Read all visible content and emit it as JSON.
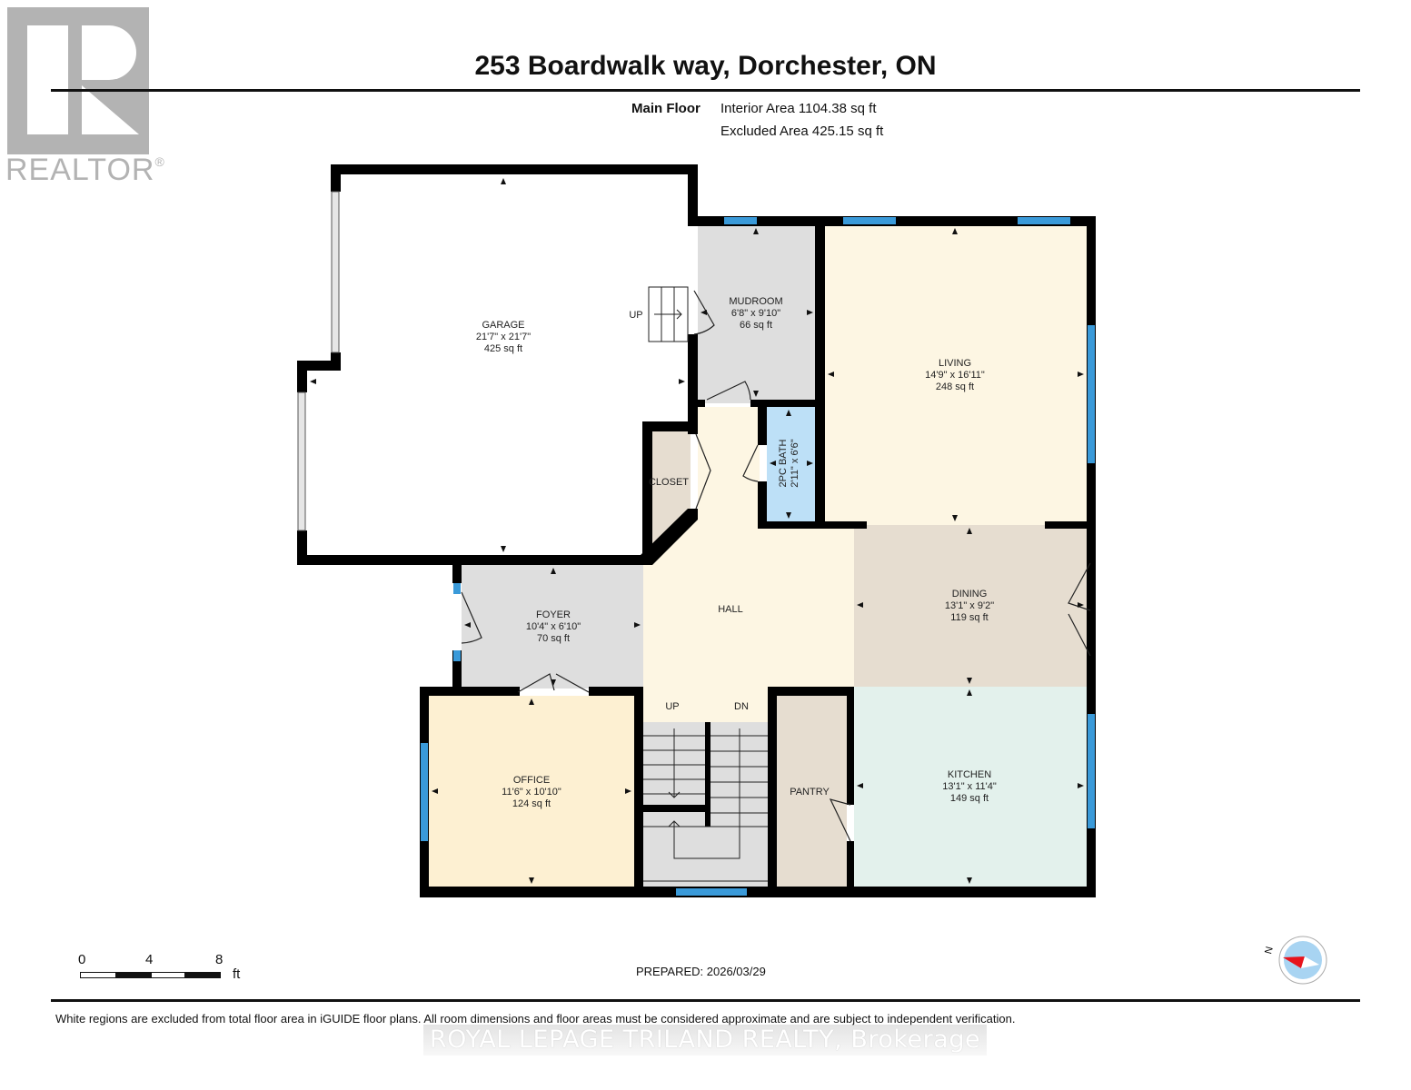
{
  "header": {
    "title": "253 Boardwalk way, Dorchester, ON",
    "floor_name": "Main Floor",
    "interior_area": "Interior Area 1104.38 sq ft",
    "excluded_area": "Excluded Area 425.15 sq ft"
  },
  "logo": {
    "text": "REALTOR",
    "mark": "®"
  },
  "rooms": [
    {
      "name": "GARAGE",
      "dims": "21'7\" x 21'7\"",
      "area": "425 sq ft",
      "color": "#ffffff"
    },
    {
      "name": "MUDROOM",
      "dims": "6'8\" x 9'10\"",
      "area": "66 sq ft",
      "color": "#dedede"
    },
    {
      "name": "LIVING",
      "dims": "14'9\" x 16'11\"",
      "area": "248 sq ft",
      "color": "#fdf6e3"
    },
    {
      "name": "2PC BATH",
      "dims": "2'11\" x 6'6\"",
      "area": "",
      "color": "#bde0f7"
    },
    {
      "name": "CLOSET",
      "dims": "",
      "area": "",
      "color": "#e6ddd0"
    },
    {
      "name": "HALL",
      "dims": "",
      "area": "",
      "color": "#fdf6e3"
    },
    {
      "name": "DINING",
      "dims": "13'1\" x 9'2\"",
      "area": "119 sq ft",
      "color": "#e6ddd0"
    },
    {
      "name": "FOYER",
      "dims": "10'4\" x 6'10\"",
      "area": "70 sq ft",
      "color": "#dedede"
    },
    {
      "name": "OFFICE",
      "dims": "11'6\" x 10'10\"",
      "area": "124 sq ft",
      "color": "#fdf0d2"
    },
    {
      "name": "PANTRY",
      "dims": "",
      "area": "",
      "color": "#e6ddd0"
    },
    {
      "name": "KITCHEN",
      "dims": "13'1\" x 11'4\"",
      "area": "149 sq ft",
      "color": "#e3f1ec"
    }
  ],
  "stairs": {
    "garage_up": "UP",
    "main_up": "UP",
    "main_dn": "DN"
  },
  "scale_bar": {
    "labels": [
      "0",
      "4",
      "8"
    ],
    "unit": "ft"
  },
  "prepared": "PREPARED: 2026/03/29",
  "disclaimer": "White regions are excluded from total floor area in iGUIDE floor plans. All room dimensions and floor areas must be considered approximate and are subject to independent verification.",
  "watermark": "ROYAL LEPAGE TRILAND REALTY, Brokerage",
  "compass": {
    "north_label": "N",
    "colors": {
      "ring": "#aaaaaa",
      "fill": "#a8d4f2",
      "needle": "#e8141c"
    }
  },
  "colors": {
    "wall": "#000000",
    "window": "#3a9ad9"
  }
}
